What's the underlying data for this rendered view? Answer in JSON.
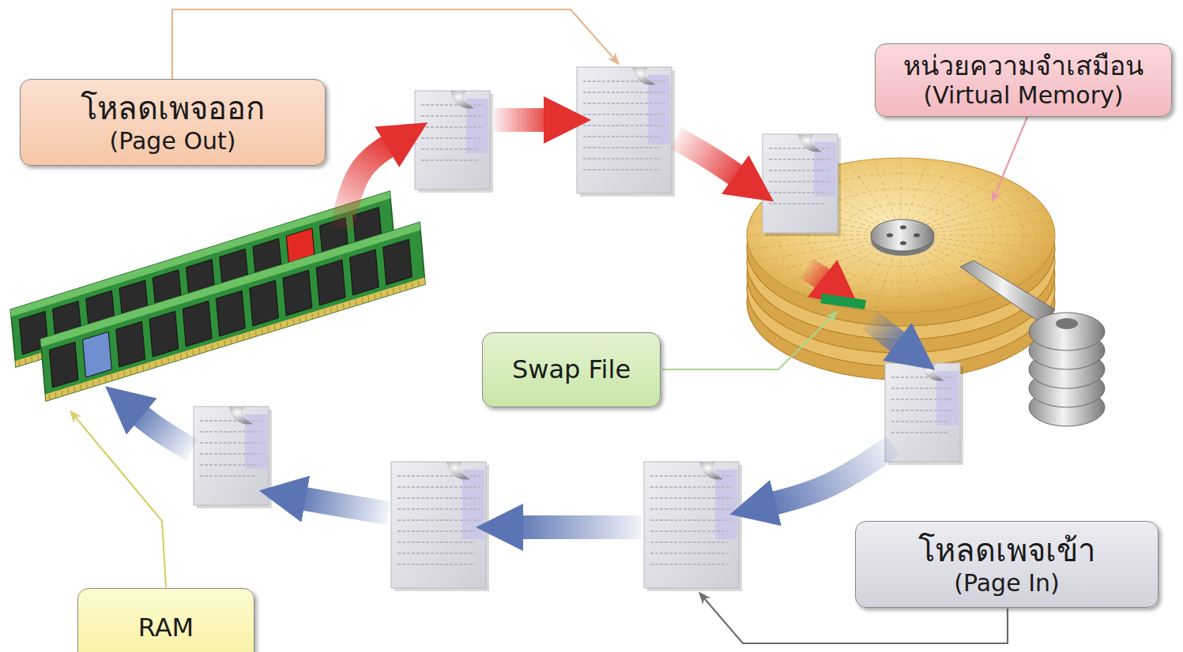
{
  "diagram": {
    "nodes": [
      {
        "text": [
          "โหลดเพจออก",
          "(Page Out)"
        ]
      },
      {
        "text": [
          "หน่วยความจำเสมือน",
          "(Virtual Memory)"
        ]
      },
      {
        "text": [
          "Swap File"
        ]
      },
      {
        "text": [
          "โหลดเพจเข้า",
          "(Page In)"
        ]
      },
      {
        "text": [
          "RAM"
        ]
      }
    ]
  }
}
